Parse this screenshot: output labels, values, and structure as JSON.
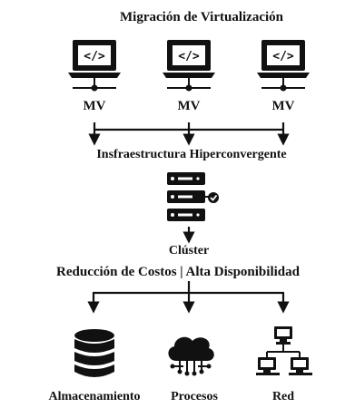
{
  "title": "Migración de Virtualización",
  "vms": [
    {
      "label": "MV",
      "icon": "laptop-code-icon"
    },
    {
      "label": "MV",
      "icon": "laptop-code-icon"
    },
    {
      "label": "MV",
      "icon": "laptop-code-icon"
    }
  ],
  "infrastructure": {
    "label": "Insfraestructura Hiperconvergente",
    "icon": "server-rack-check-icon"
  },
  "cluster": {
    "label": "Clúster"
  },
  "benefits": {
    "label": "Reducción de Costos | Alta Disponibilidad"
  },
  "outputs": [
    {
      "label": "Almacenamiento",
      "icon": "database-icon"
    },
    {
      "label": "Procesos",
      "icon": "cloud-compute-icon"
    },
    {
      "label": "Red",
      "icon": "network-icon"
    }
  ],
  "colors": {
    "ink": "#111111",
    "background": "#ffffff"
  }
}
